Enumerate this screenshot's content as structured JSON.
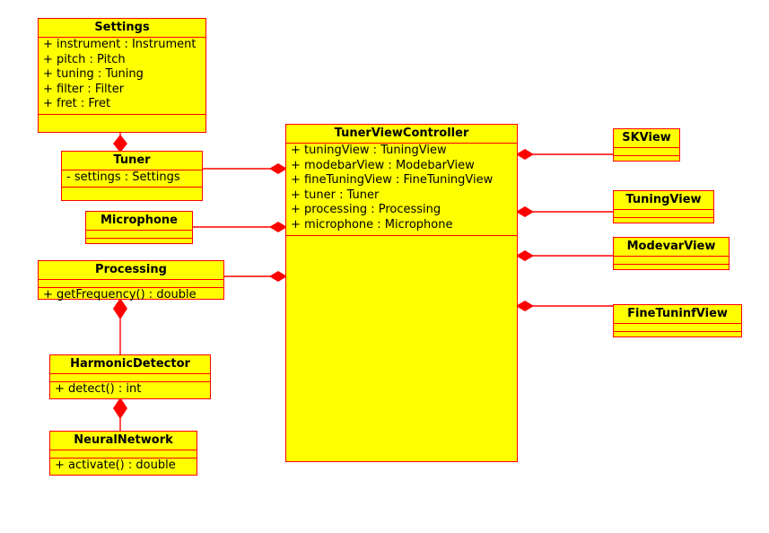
{
  "diagram": {
    "type": "uml-class-diagram",
    "colors": {
      "class_fill": "#ffff00",
      "class_border": "#ff0000",
      "connector": "#ff0000",
      "text": "#000000",
      "background": "#ffffff"
    }
  },
  "classes": [
    {
      "id": "settings",
      "name": "Settings",
      "attributes": [
        "+ instrument : Instrument",
        "+ pitch : Pitch",
        "+ tuning : Tuning",
        "+ filter : Filter",
        "+ fret : Fret"
      ],
      "operations": []
    },
    {
      "id": "tuner",
      "name": "Tuner",
      "attributes": [
        "- settings : Settings"
      ],
      "operations": []
    },
    {
      "id": "microphone",
      "name": "Microphone",
      "attributes": [],
      "operations": []
    },
    {
      "id": "processing",
      "name": "Processing",
      "attributes": [],
      "operations": [
        "+ getFrequency() : double"
      ]
    },
    {
      "id": "harmonicdetector",
      "name": "HarmonicDetector",
      "attributes": [],
      "operations": [
        "+ detect() : int"
      ]
    },
    {
      "id": "neuralnetwork",
      "name": "NeuralNetwork",
      "attributes": [],
      "operations": [
        "+ activate() : double"
      ]
    },
    {
      "id": "tunerviewcontroller",
      "name": "TunerViewController",
      "attributes": [
        "+ tuningView : TuningView",
        "+ modebarView : ModebarView",
        "+ fineTuningView : FineTuningView",
        "+ tuner : Tuner",
        "+ processing : Processing",
        "+ microphone : Microphone"
      ],
      "operations": []
    },
    {
      "id": "skview",
      "name": "SKView",
      "attributes": [],
      "operations": []
    },
    {
      "id": "tuningview",
      "name": "TuningView",
      "attributes": [],
      "operations": []
    },
    {
      "id": "modevarview",
      "name": "ModevarView",
      "attributes": [],
      "operations": []
    },
    {
      "id": "finetuninfview",
      "name": "FineTuninfView",
      "attributes": [],
      "operations": []
    }
  ],
  "relationships": [
    {
      "id": "rel-settings-tuner",
      "kind": "composition",
      "from": "tuner",
      "to": "settings"
    },
    {
      "id": "rel-controller-tuner",
      "kind": "composition",
      "from": "tunerviewcontroller",
      "to": "tuner"
    },
    {
      "id": "rel-controller-microphone",
      "kind": "composition",
      "from": "tunerviewcontroller",
      "to": "microphone"
    },
    {
      "id": "rel-controller-processing",
      "kind": "composition",
      "from": "tunerviewcontroller",
      "to": "processing"
    },
    {
      "id": "rel-controller-skview",
      "kind": "composition",
      "from": "tunerviewcontroller",
      "to": "skview"
    },
    {
      "id": "rel-controller-tuningview",
      "kind": "composition",
      "from": "tunerviewcontroller",
      "to": "tuningview"
    },
    {
      "id": "rel-controller-modevarview",
      "kind": "composition",
      "from": "tunerviewcontroller",
      "to": "modevarview"
    },
    {
      "id": "rel-controller-finetuninfview",
      "kind": "composition",
      "from": "tunerviewcontroller",
      "to": "finetuninfview"
    },
    {
      "id": "rel-processing-harmonicdetector",
      "kind": "composition",
      "from": "processing",
      "to": "harmonicdetector"
    },
    {
      "id": "rel-harmonicdetector-neuralnetwork",
      "kind": "composition",
      "from": "harmonicdetector",
      "to": "neuralnetwork"
    }
  ]
}
